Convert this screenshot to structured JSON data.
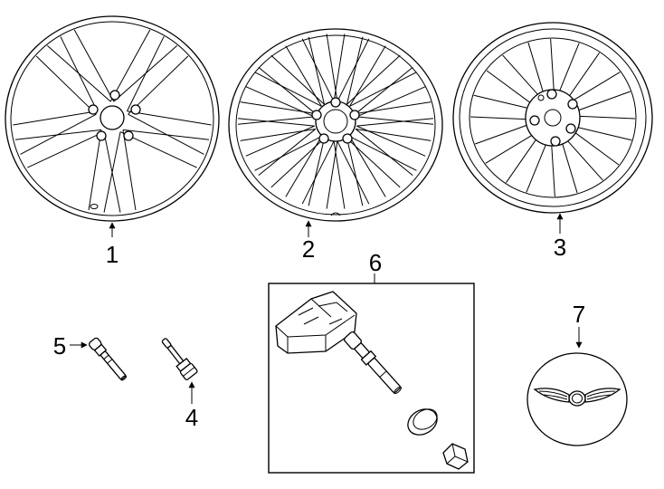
{
  "parts": [
    {
      "id": "wheel-1",
      "callout": "1"
    },
    {
      "id": "wheel-2",
      "callout": "2"
    },
    {
      "id": "wheel-3",
      "callout": "3"
    },
    {
      "id": "valve-stem-4",
      "callout": "4"
    },
    {
      "id": "valve-stem-5",
      "callout": "5"
    },
    {
      "id": "tpms-sensor-kit-6",
      "callout": "6"
    },
    {
      "id": "center-cap-7",
      "callout": "7"
    }
  ]
}
